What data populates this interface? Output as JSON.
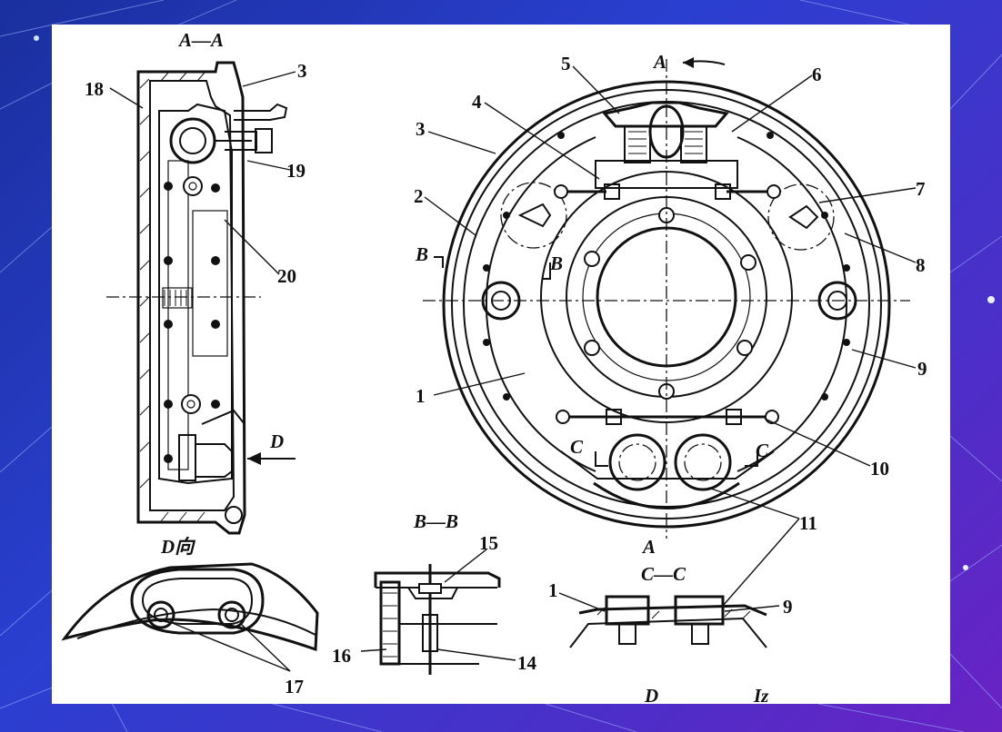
{
  "colors": {
    "background_start": "#1a2f9e",
    "background_end": "#6a22c4",
    "panel": "#ffffff",
    "ink": "#111111"
  },
  "sections": {
    "aa": "A—A",
    "bb": "B—B",
    "cc": "C—C",
    "d_view": "D向",
    "a_top": "A",
    "a_bottom": "A",
    "b_left": "B",
    "b_right": "B",
    "c_left": "C",
    "c_right": "C",
    "d_arrow": "D",
    "bottom_cut_1": "D",
    "bottom_cut_2": "Iz"
  },
  "parts": {
    "p1": "1",
    "p1b": "1",
    "p2": "2",
    "p3": "3",
    "p3b": "3",
    "p4": "4",
    "p5": "5",
    "p6": "6",
    "p7": "7",
    "p8": "8",
    "p9": "9",
    "p9b": "9",
    "p10": "10",
    "p11": "11",
    "p14": "14",
    "p15": "15",
    "p16": "16",
    "p17": "17",
    "p18": "18",
    "p19": "19",
    "p20": "20"
  }
}
